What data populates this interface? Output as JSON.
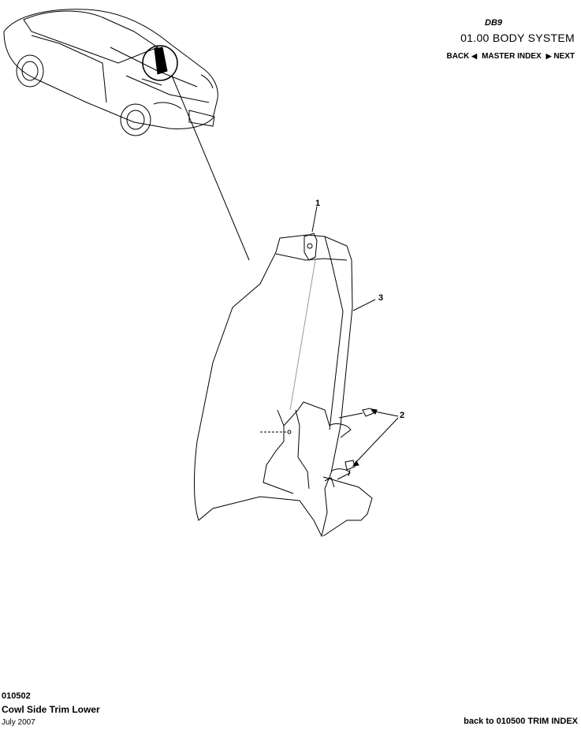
{
  "header": {
    "logo_text": "DB9",
    "section_title": "01.00 BODY SYSTEM",
    "nav": {
      "back_label": "BACK",
      "master_index_label": "MASTER INDEX",
      "next_label": "NEXT"
    }
  },
  "diagram": {
    "callouts": [
      "1",
      "2",
      "3"
    ]
  },
  "footer": {
    "code": "010502",
    "title": "Cowl Side Trim Lower",
    "date": "July 2007",
    "back_link": "back to 010500 TRIM INDEX"
  }
}
